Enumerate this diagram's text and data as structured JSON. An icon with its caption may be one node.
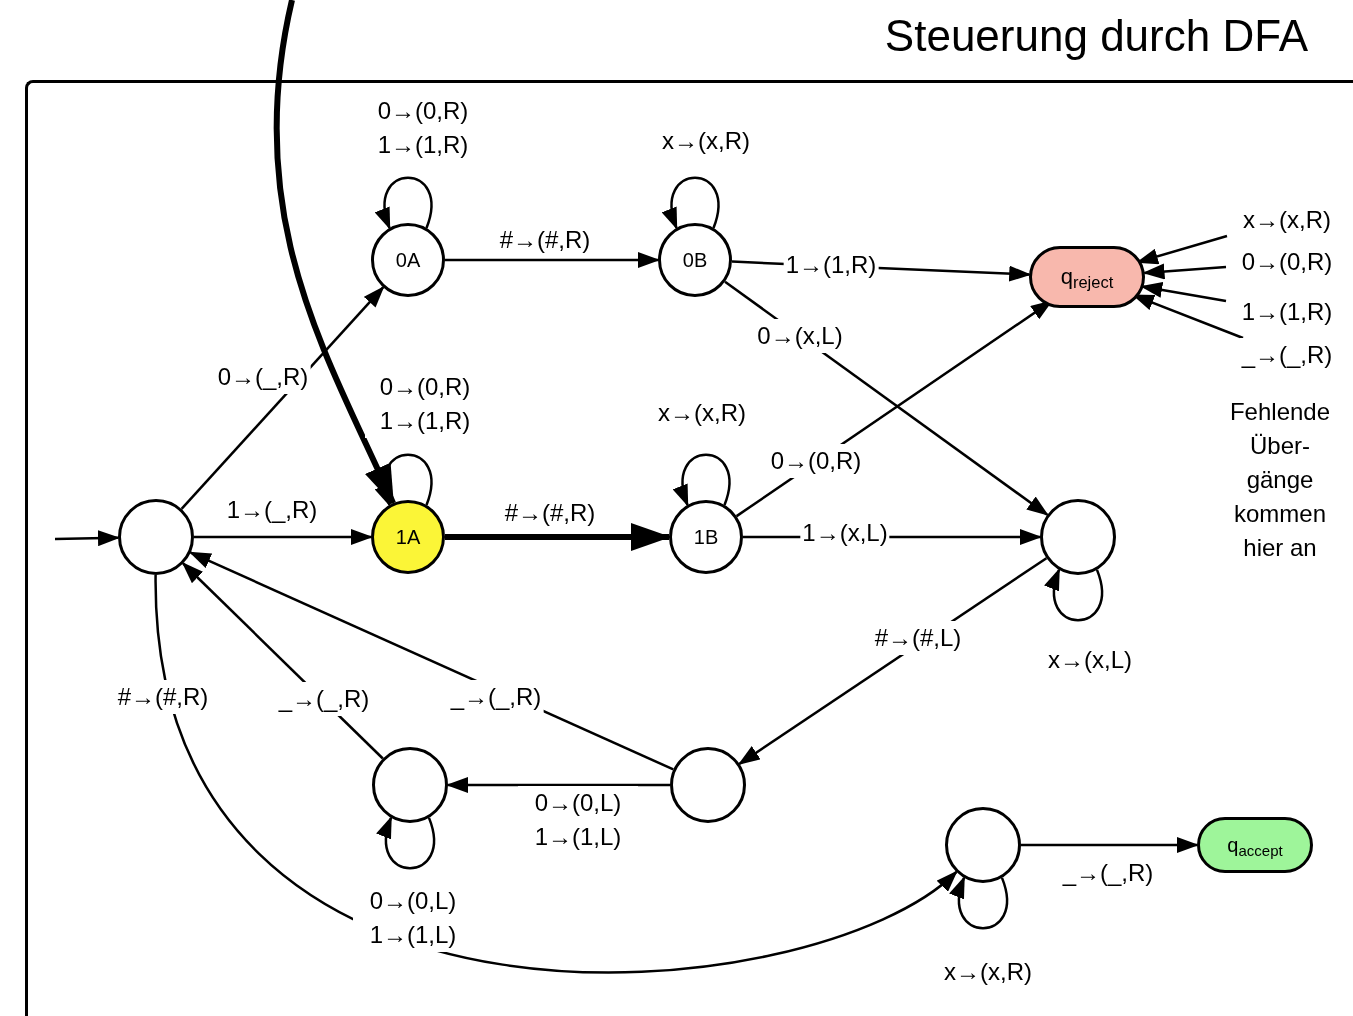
{
  "diagram": {
    "title": "Steuerung durch DFA",
    "nodes": [
      {
        "text": [],
        "shape": "circle"
      },
      {
        "text": [
          "0A"
        ]
      },
      {
        "text": [
          "0B"
        ]
      },
      {
        "text": [
          "1A"
        ]
      },
      {
        "text": [
          "1B"
        ]
      },
      {
        "text": [
          "q$_{reject}$"
        ]
      },
      {
        "text": [],
        "shape": "circle"
      },
      {
        "text": [],
        "shape": "circle"
      },
      {
        "text": [],
        "shape": "circle"
      },
      {
        "text": [],
        "shape": "circle"
      },
      {
        "text": [
          "q$_{accept}$"
        ]
      }
    ],
    "edges": [
      {
        "from": null,
        "to": 0,
        "arrow": "to"
      },
      {
        "from": null,
        "to": 3,
        "arrow": "to",
        "style": "thick"
      },
      {
        "from": 0,
        "to": 1,
        "arrow": "to",
        "label": "0→(_,R)"
      },
      {
        "from": 0,
        "to": 3,
        "arrow": "to",
        "label": "1→(_,R)"
      },
      {
        "from": 1,
        "to": 1,
        "arrow": "to",
        "label": "0→(0,R) 1→(1,R)"
      },
      {
        "from": 1,
        "to": 2,
        "arrow": "to",
        "label": "#→(#,R)"
      },
      {
        "from": 2,
        "to": 2,
        "arrow": "to",
        "label": "x→(x,R)"
      },
      {
        "from": 2,
        "to": 5,
        "arrow": "to",
        "label": "1→(1,R)"
      },
      {
        "from": 2,
        "to": 6,
        "arrow": "to",
        "label": "0→(x,L)"
      },
      {
        "from": 3,
        "to": 3,
        "arrow": "to",
        "label": "0→(0,R) 1→(1,R)"
      },
      {
        "from": 3,
        "to": 4,
        "arrow": "to",
        "label": "#→(#,R)",
        "style": "thick"
      },
      {
        "from": 4,
        "to": 4,
        "arrow": "to",
        "label": "x→(x,R)"
      },
      {
        "from": 4,
        "to": 5,
        "arrow": "to",
        "label": "0→(0,R)"
      },
      {
        "from": 4,
        "to": 6,
        "arrow": "to",
        "label": "1→(x,L)"
      },
      {
        "from": 6,
        "to": 6,
        "arrow": "to",
        "label": "x→(x,L)"
      },
      {
        "from": 6,
        "to": 7,
        "arrow": "to",
        "label": "#→(#,L)"
      },
      {
        "from": 7,
        "to": 8,
        "arrow": "to",
        "label": "0→(0,L) 1→(1,L)"
      },
      {
        "from": 7,
        "to": 0,
        "arrow": "to",
        "label": "_→(_,R)"
      },
      {
        "from": 8,
        "to": 0,
        "arrow": "to",
        "label": "_→(_,R)"
      },
      {
        "from": 8,
        "to": 8,
        "arrow": "to",
        "label": "0→(0,L) 1→(1,L)"
      },
      {
        "from": 0,
        "to": 9,
        "arrow": "to",
        "label": "#→(#,R)"
      },
      {
        "from": 9,
        "to": 9,
        "arrow": "to",
        "label": "x→(x,R)"
      },
      {
        "from": 9,
        "to": 10,
        "arrow": "to",
        "label": "_→(_,R)"
      },
      {
        "from": null,
        "to": 5,
        "arrow": "to",
        "label": "x→(x,R)"
      },
      {
        "from": null,
        "to": 5,
        "arrow": "to",
        "label": "0→(0,R)"
      },
      {
        "from": null,
        "to": 5,
        "arrow": "to",
        "label": "1→(1,R)"
      },
      {
        "from": null,
        "to": 5,
        "arrow": "to",
        "label": "_→(_,R)"
      }
    ],
    "labels": [
      "Fehlende Über- gänge kommen hier an"
    ]
  }
}
